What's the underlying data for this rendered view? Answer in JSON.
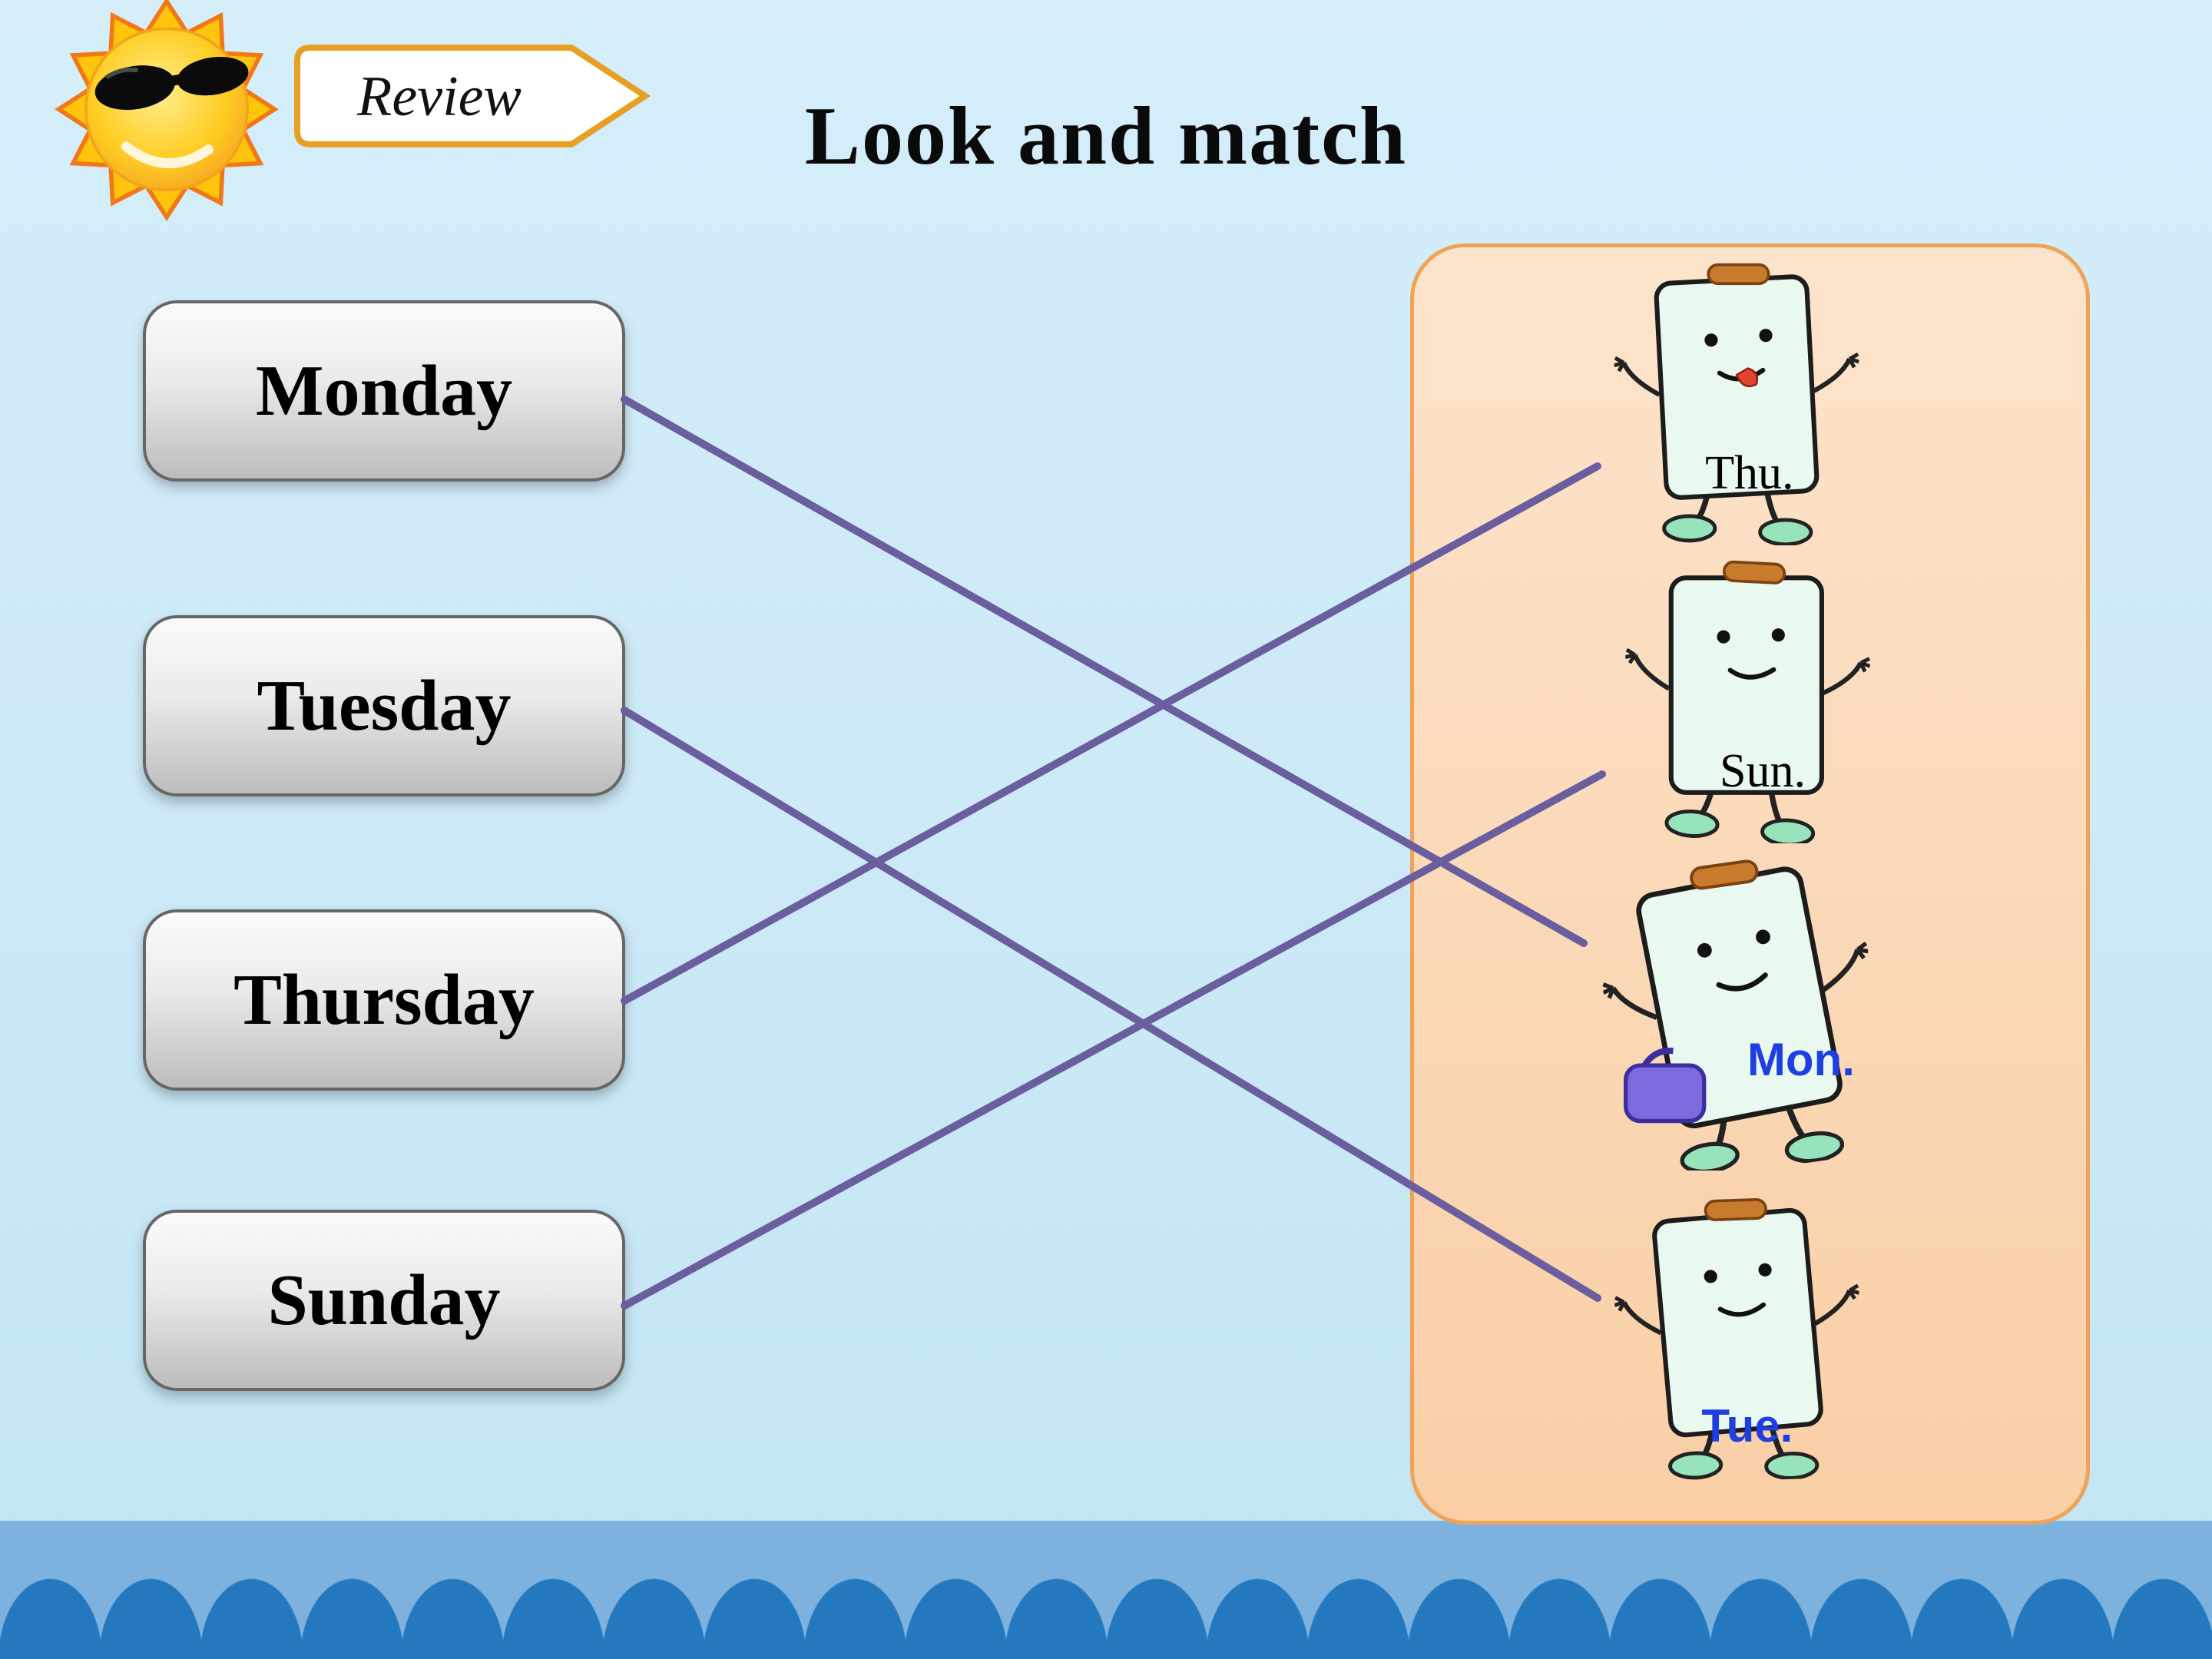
{
  "header": {
    "badge": "Review",
    "title": "Look and match"
  },
  "words": [
    {
      "label": "Monday"
    },
    {
      "label": "Tuesday"
    },
    {
      "label": "Thursday"
    },
    {
      "label": "Sunday"
    }
  ],
  "panel": {
    "items": [
      {
        "label": "Thu.",
        "label_style": "black-serif"
      },
      {
        "label": "Sun.",
        "label_style": "black-serif"
      },
      {
        "label": "Mon.",
        "label_style": "blue-sans"
      },
      {
        "label": "Tue.",
        "label_style": "blue-sans"
      }
    ]
  },
  "matches": [
    {
      "word": "Monday",
      "target": "Mon."
    },
    {
      "word": "Tuesday",
      "target": "Tue."
    },
    {
      "word": "Thursday",
      "target": "Thu."
    },
    {
      "word": "Sunday",
      "target": "Sun."
    }
  ],
  "colors": {
    "background_light_blue": "#CBE8F7",
    "match_line_purple": "#6B5E9E",
    "panel_fill_top": "#FCE4CC",
    "panel_fill_bottom": "#FACFA6",
    "panel_border_orange": "#EFA258",
    "word_card_border": "#666666",
    "wave_band_blue": "#7EB2DE",
    "wave_scallop_blue": "#2478BE",
    "blue_day_label": "#1F3FE0",
    "calendar_body_mint": "#EAF9F0"
  }
}
